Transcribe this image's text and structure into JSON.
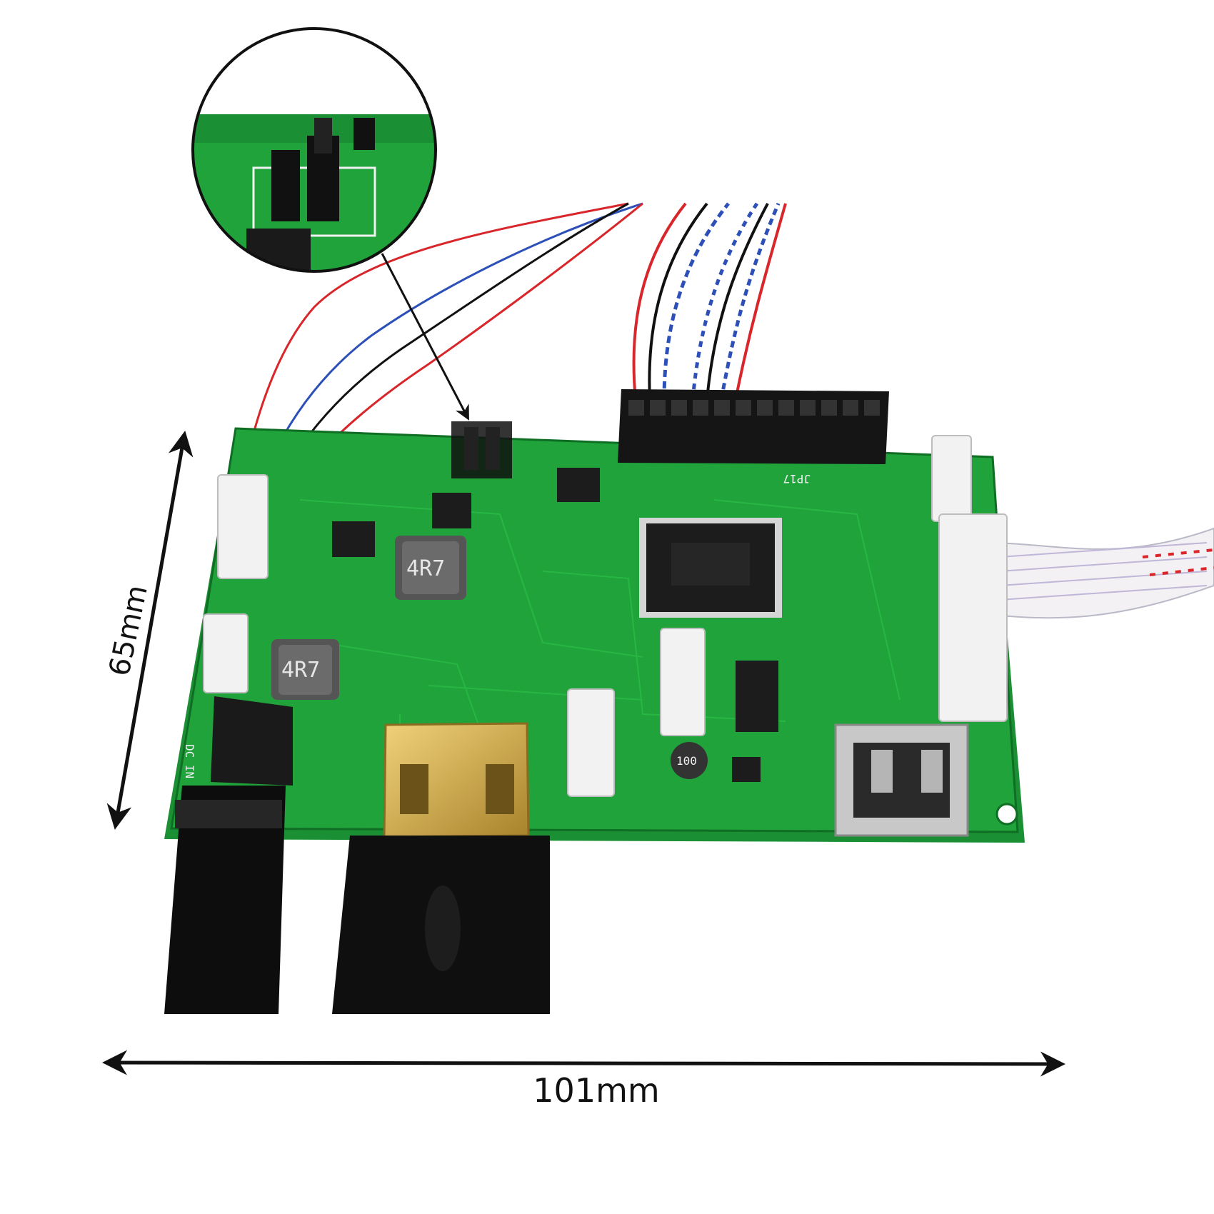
{
  "dimensions": {
    "width_label": "101mm",
    "height_label": "65mm"
  },
  "board": {
    "inductor_marking_1": "4R7",
    "inductor_marking_2": "4R7",
    "inductor_marking_3": "100",
    "connector_silkscreen": "JP17",
    "dc_in_silkscreen": "DC IN"
  },
  "colors": {
    "pcb": "#1fa33a",
    "pcb_dark": "#168a2d",
    "connector": "#f2f2f2",
    "metal": "#c9a74a",
    "ic": "#1c1c1c",
    "wire_red": "#d8262a",
    "wire_blue": "#2c4fb8",
    "arrow": "#111111"
  }
}
